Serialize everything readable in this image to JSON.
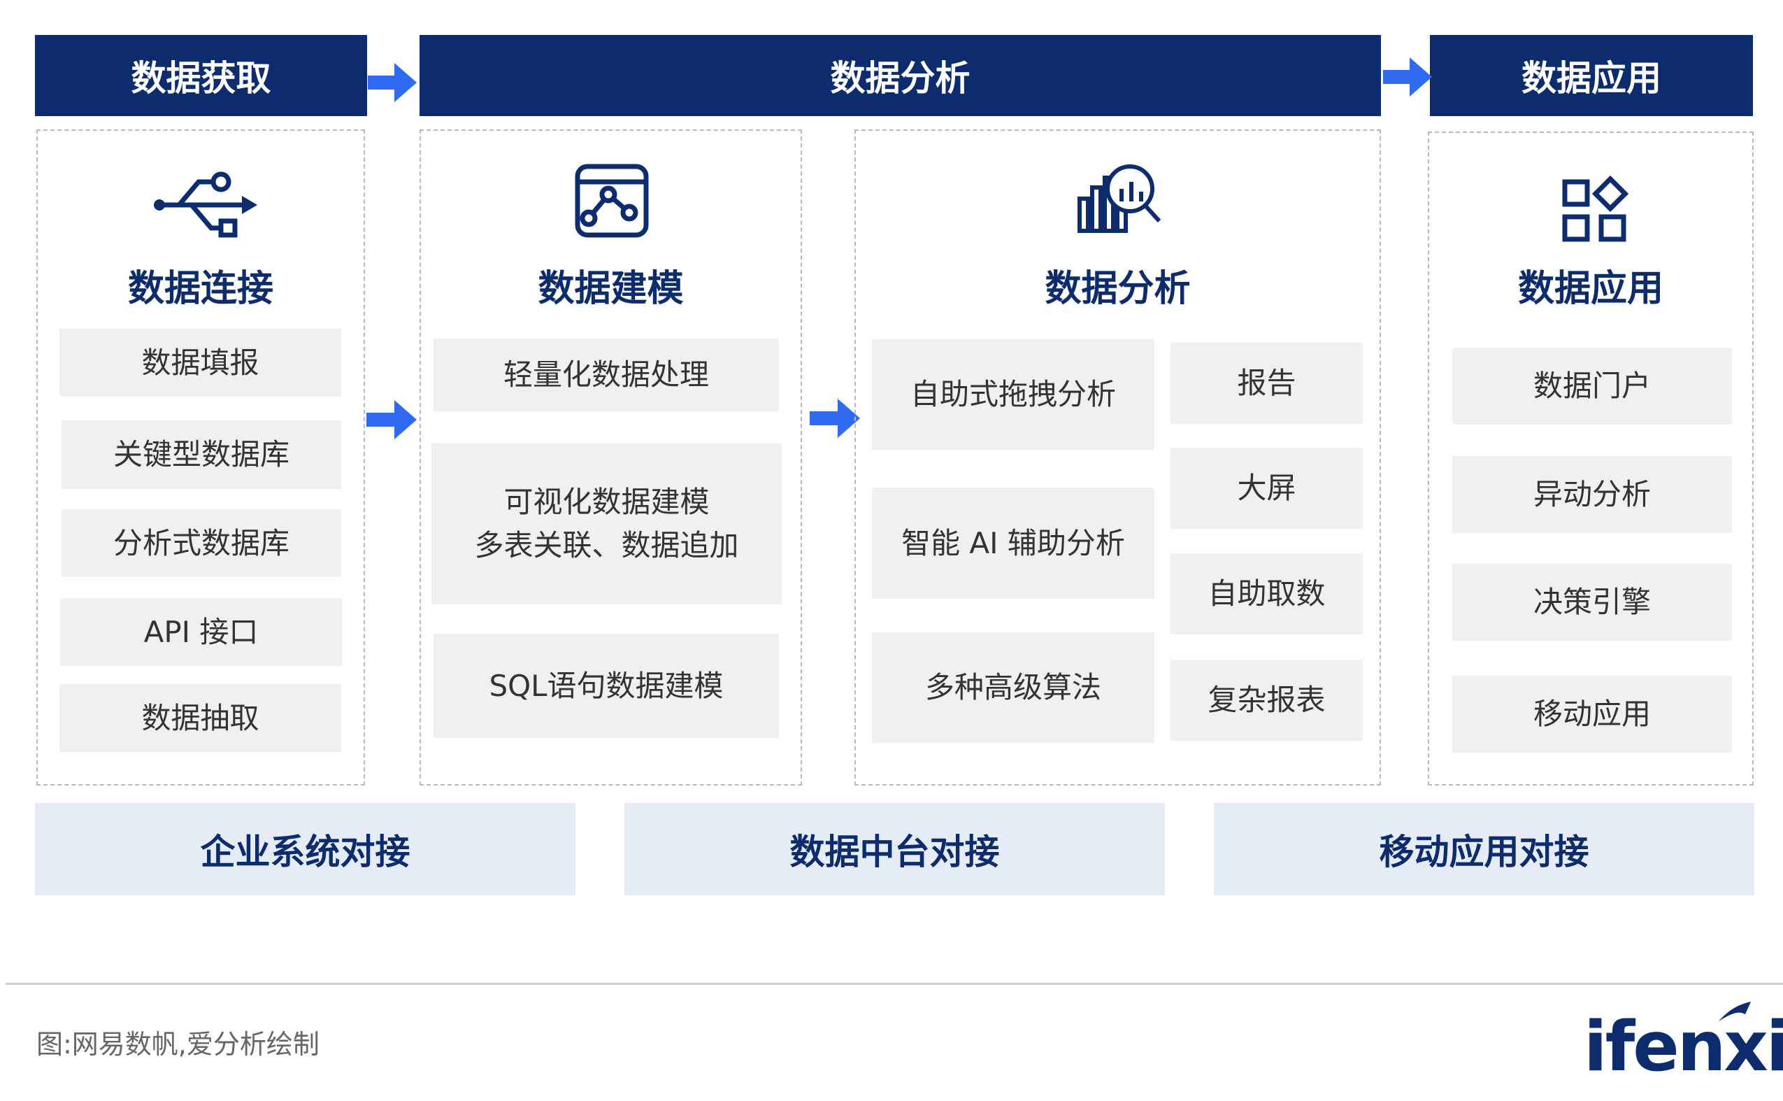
{
  "headers": {
    "acquisition": "数据获取",
    "analysis": "数据分析",
    "application": "数据应用"
  },
  "columns": {
    "connection": {
      "title": "数据连接",
      "icon": "usb-icon",
      "items": [
        "数据填报",
        "关键型数据库",
        "分析式数据库",
        "API 接口",
        "数据抽取"
      ]
    },
    "modeling": {
      "title": "数据建模",
      "icon": "data-model-icon",
      "items": [
        "轻量化数据处理",
        "可视化数据建模",
        "多表关联、数据追加",
        "SQL语句数据建模"
      ]
    },
    "analysis": {
      "title": "数据分析",
      "icon": "chart-magnifier-icon",
      "left_items": [
        "自助式拖拽分析",
        "智能 AI 辅助分析",
        "多种高级算法"
      ],
      "right_items": [
        "报告",
        "大屏",
        "自助取数",
        "复杂报表"
      ]
    },
    "application": {
      "title": "数据应用",
      "icon": "app-grid-icon",
      "items": [
        "数据门户",
        "异动分析",
        "决策引擎",
        "移动应用"
      ]
    }
  },
  "bottom": [
    "企业系统对接",
    "数据中台对接",
    "移动应用对接"
  ],
  "caption": "图:网易数帆,爱分析绘制",
  "logo": "ifenxi",
  "colors": {
    "navy": "#0d2c6d",
    "arrow_blue": "#2f6bf0",
    "item_gray": "#f0f0f0",
    "bottom_blue": "#e6ecf5"
  }
}
